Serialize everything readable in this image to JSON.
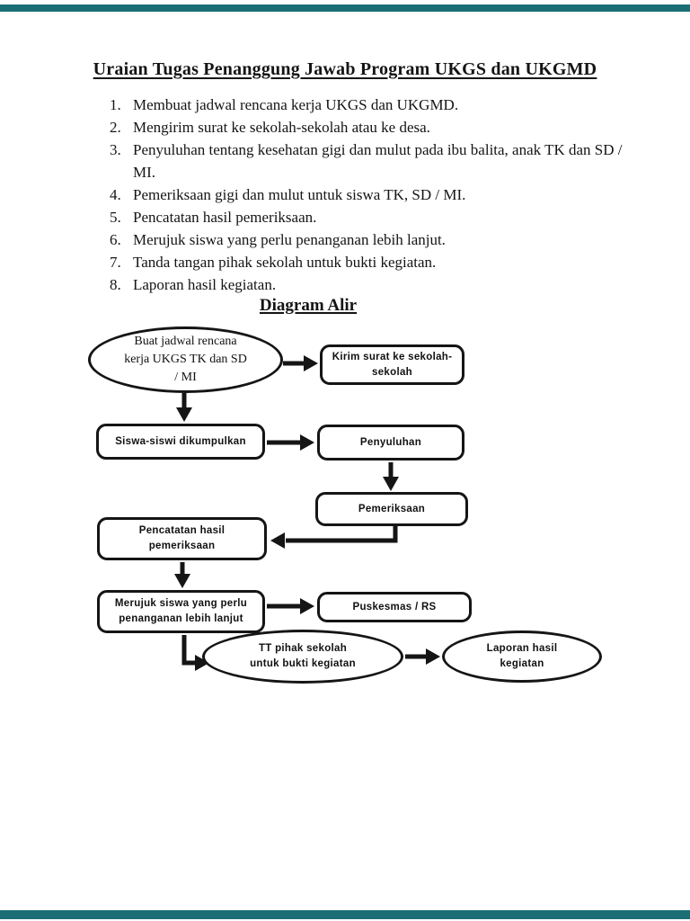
{
  "page": {
    "top_bar_color": "#1a6e74",
    "bottom_bar_color": "#1a6e74"
  },
  "document": {
    "title": "Uraian Tugas Penanggung Jawab Program UKGS dan UKGMD",
    "tasks": [
      {
        "num": "1.",
        "text": "Membuat jadwal rencana kerja UKGS dan UKGMD."
      },
      {
        "num": "2.",
        "text": "Mengirim surat ke sekolah-sekolah atau ke desa."
      },
      {
        "num": "3.",
        "text": "Penyuluhan tentang kesehatan gigi dan mulut pada ibu balita, anak TK dan SD / MI."
      },
      {
        "num": "4.",
        "text": "Pemeriksaan gigi dan mulut untuk siswa TK, SD / MI."
      },
      {
        "num": "5.",
        "text": "Pencatatan hasil pemeriksaan."
      },
      {
        "num": "6.",
        "text": "Merujuk siswa yang perlu penanganan lebih lanjut."
      },
      {
        "num": "7.",
        "text": "Tanda tangan pihak sekolah untuk bukti kegiatan."
      },
      {
        "num": "8.",
        "text": "Laporan hasil kegiatan."
      }
    ],
    "diagram_heading": "Diagram Alir"
  },
  "flowchart": {
    "nodes": [
      {
        "id": "buat-jadwal",
        "shape": "ellipse",
        "lines": [
          "Buat jadwal rencana",
          "kerja UKGS TK dan SD",
          "/ MI"
        ]
      },
      {
        "id": "kirim-surat",
        "shape": "rect",
        "lines": [
          "Kirim surat ke sekolah-",
          "sekolah"
        ]
      },
      {
        "id": "siswa-dikumpulkan",
        "shape": "rect",
        "lines": [
          "Siswa-siswi dikumpulkan"
        ]
      },
      {
        "id": "penyuluhan",
        "shape": "rect",
        "lines": [
          "Penyuluhan"
        ]
      },
      {
        "id": "pemeriksaan",
        "shape": "rect",
        "lines": [
          "Pemeriksaan"
        ]
      },
      {
        "id": "pencatatan",
        "shape": "rect",
        "lines": [
          "Pencatatan hasil",
          "pemeriksaan"
        ]
      },
      {
        "id": "merujuk",
        "shape": "rect",
        "lines": [
          "Merujuk siswa yang perlu",
          "penanganan lebih lanjut"
        ]
      },
      {
        "id": "puskesmas",
        "shape": "rect",
        "lines": [
          "Puskesmas / RS"
        ]
      },
      {
        "id": "tt-sekolah",
        "shape": "ellipse",
        "lines": [
          "TT pihak sekolah",
          "untuk bukti kegiatan"
        ]
      },
      {
        "id": "laporan",
        "shape": "ellipse",
        "lines": [
          "Laporan hasil",
          "kegiatan"
        ]
      }
    ],
    "edges": [
      {
        "from": "buat-jadwal",
        "to": "kirim-surat"
      },
      {
        "from": "buat-jadwal",
        "to": "siswa-dikumpulkan"
      },
      {
        "from": "siswa-dikumpulkan",
        "to": "penyuluhan"
      },
      {
        "from": "penyuluhan",
        "to": "pemeriksaan"
      },
      {
        "from": "pemeriksaan",
        "to": "pencatatan"
      },
      {
        "from": "pencatatan",
        "to": "merujuk"
      },
      {
        "from": "merujuk",
        "to": "puskesmas"
      },
      {
        "from": "merujuk",
        "to": "tt-sekolah"
      },
      {
        "from": "tt-sekolah",
        "to": "laporan"
      }
    ]
  }
}
